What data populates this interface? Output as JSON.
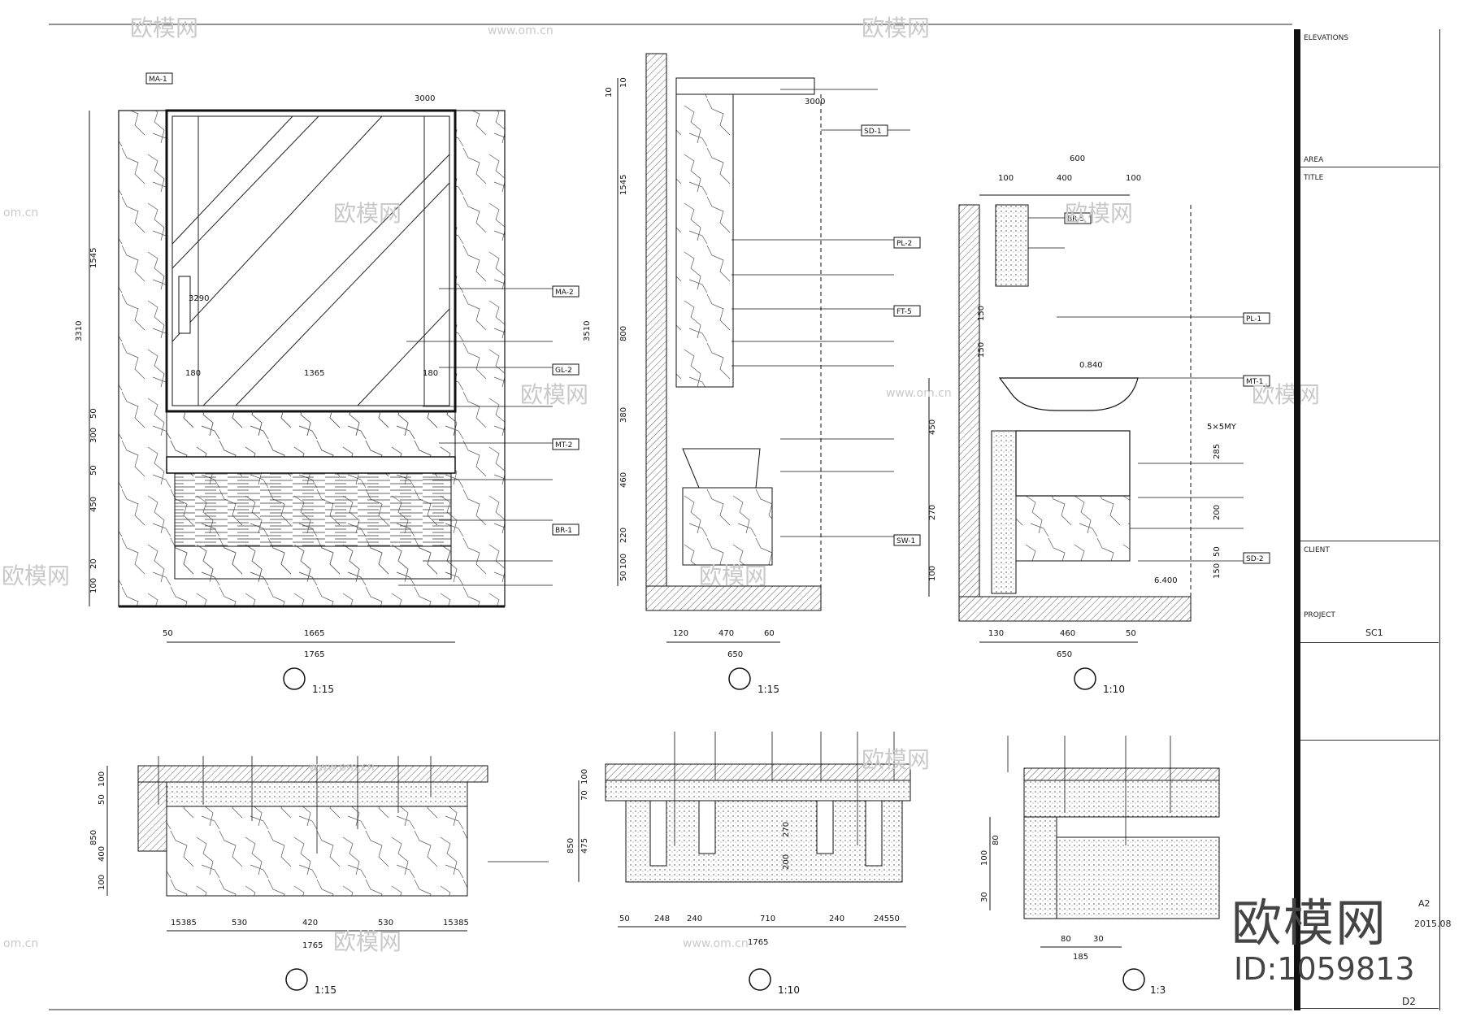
{
  "watermarks": {
    "brand": "欧模网",
    "site": "www.om.cn",
    "site_short": "om.cn",
    "id_text": "ID:1059813"
  },
  "views": {
    "elevation_2": {
      "scale": "1:15",
      "marks": [
        "3310",
        "1545",
        "180",
        "1365",
        "180",
        "3000",
        "3290",
        "50",
        "300",
        "50",
        "450",
        "20",
        "100",
        "1665",
        "50",
        "1765"
      ]
    },
    "section_3": {
      "scale": "1:15",
      "marks": [
        "10",
        "1545",
        "3510",
        "800",
        "380",
        "460",
        "220",
        "100",
        "50",
        "120",
        "470",
        "60",
        "650",
        "3000",
        "10"
      ]
    },
    "section_6": {
      "scale": "1:10",
      "marks": [
        "600",
        "100",
        "400",
        "100",
        "150",
        "150",
        "450",
        "270",
        "100",
        "285",
        "200",
        "50",
        "150",
        "0.840",
        "6.400",
        "130",
        "460",
        "50",
        "650",
        "5×5MY"
      ]
    },
    "plan_1": {
      "scale": "1:15",
      "marks": [
        "100",
        "50",
        "850",
        "400",
        "100",
        "15385",
        "530",
        "420",
        "530",
        "15385",
        "1765"
      ]
    },
    "plan_2": {
      "scale": "1:10",
      "marks": [
        "70",
        "100",
        "850",
        "475",
        "270",
        "200",
        "50",
        "248",
        "240",
        "710",
        "240",
        "24550",
        "1765"
      ]
    },
    "detail_8": {
      "scale": "1:3",
      "marks": [
        "100",
        "80",
        "30",
        "80",
        "30",
        "185"
      ]
    }
  },
  "material_codes": [
    "MA-1",
    "MA-2",
    "GL-2",
    "MT-2",
    "BR-1",
    "SD-1",
    "PL-2",
    "FT-5",
    "SW-1",
    "BR-5",
    "PL-1",
    "MT-1",
    "SD-2"
  ],
  "title_block": {
    "rows": [
      "ELEVATIONS",
      "AREA",
      "TITLE",
      "CLIENT",
      "PROJECT",
      "SC1"
    ],
    "sheet_size": "A2",
    "date": "2015.08",
    "drawing_no": "D2"
  },
  "colors": {
    "line": "#111111",
    "hatch": "#333333",
    "watermark": "#c9c9c9",
    "titleblock_band": "#111111"
  }
}
